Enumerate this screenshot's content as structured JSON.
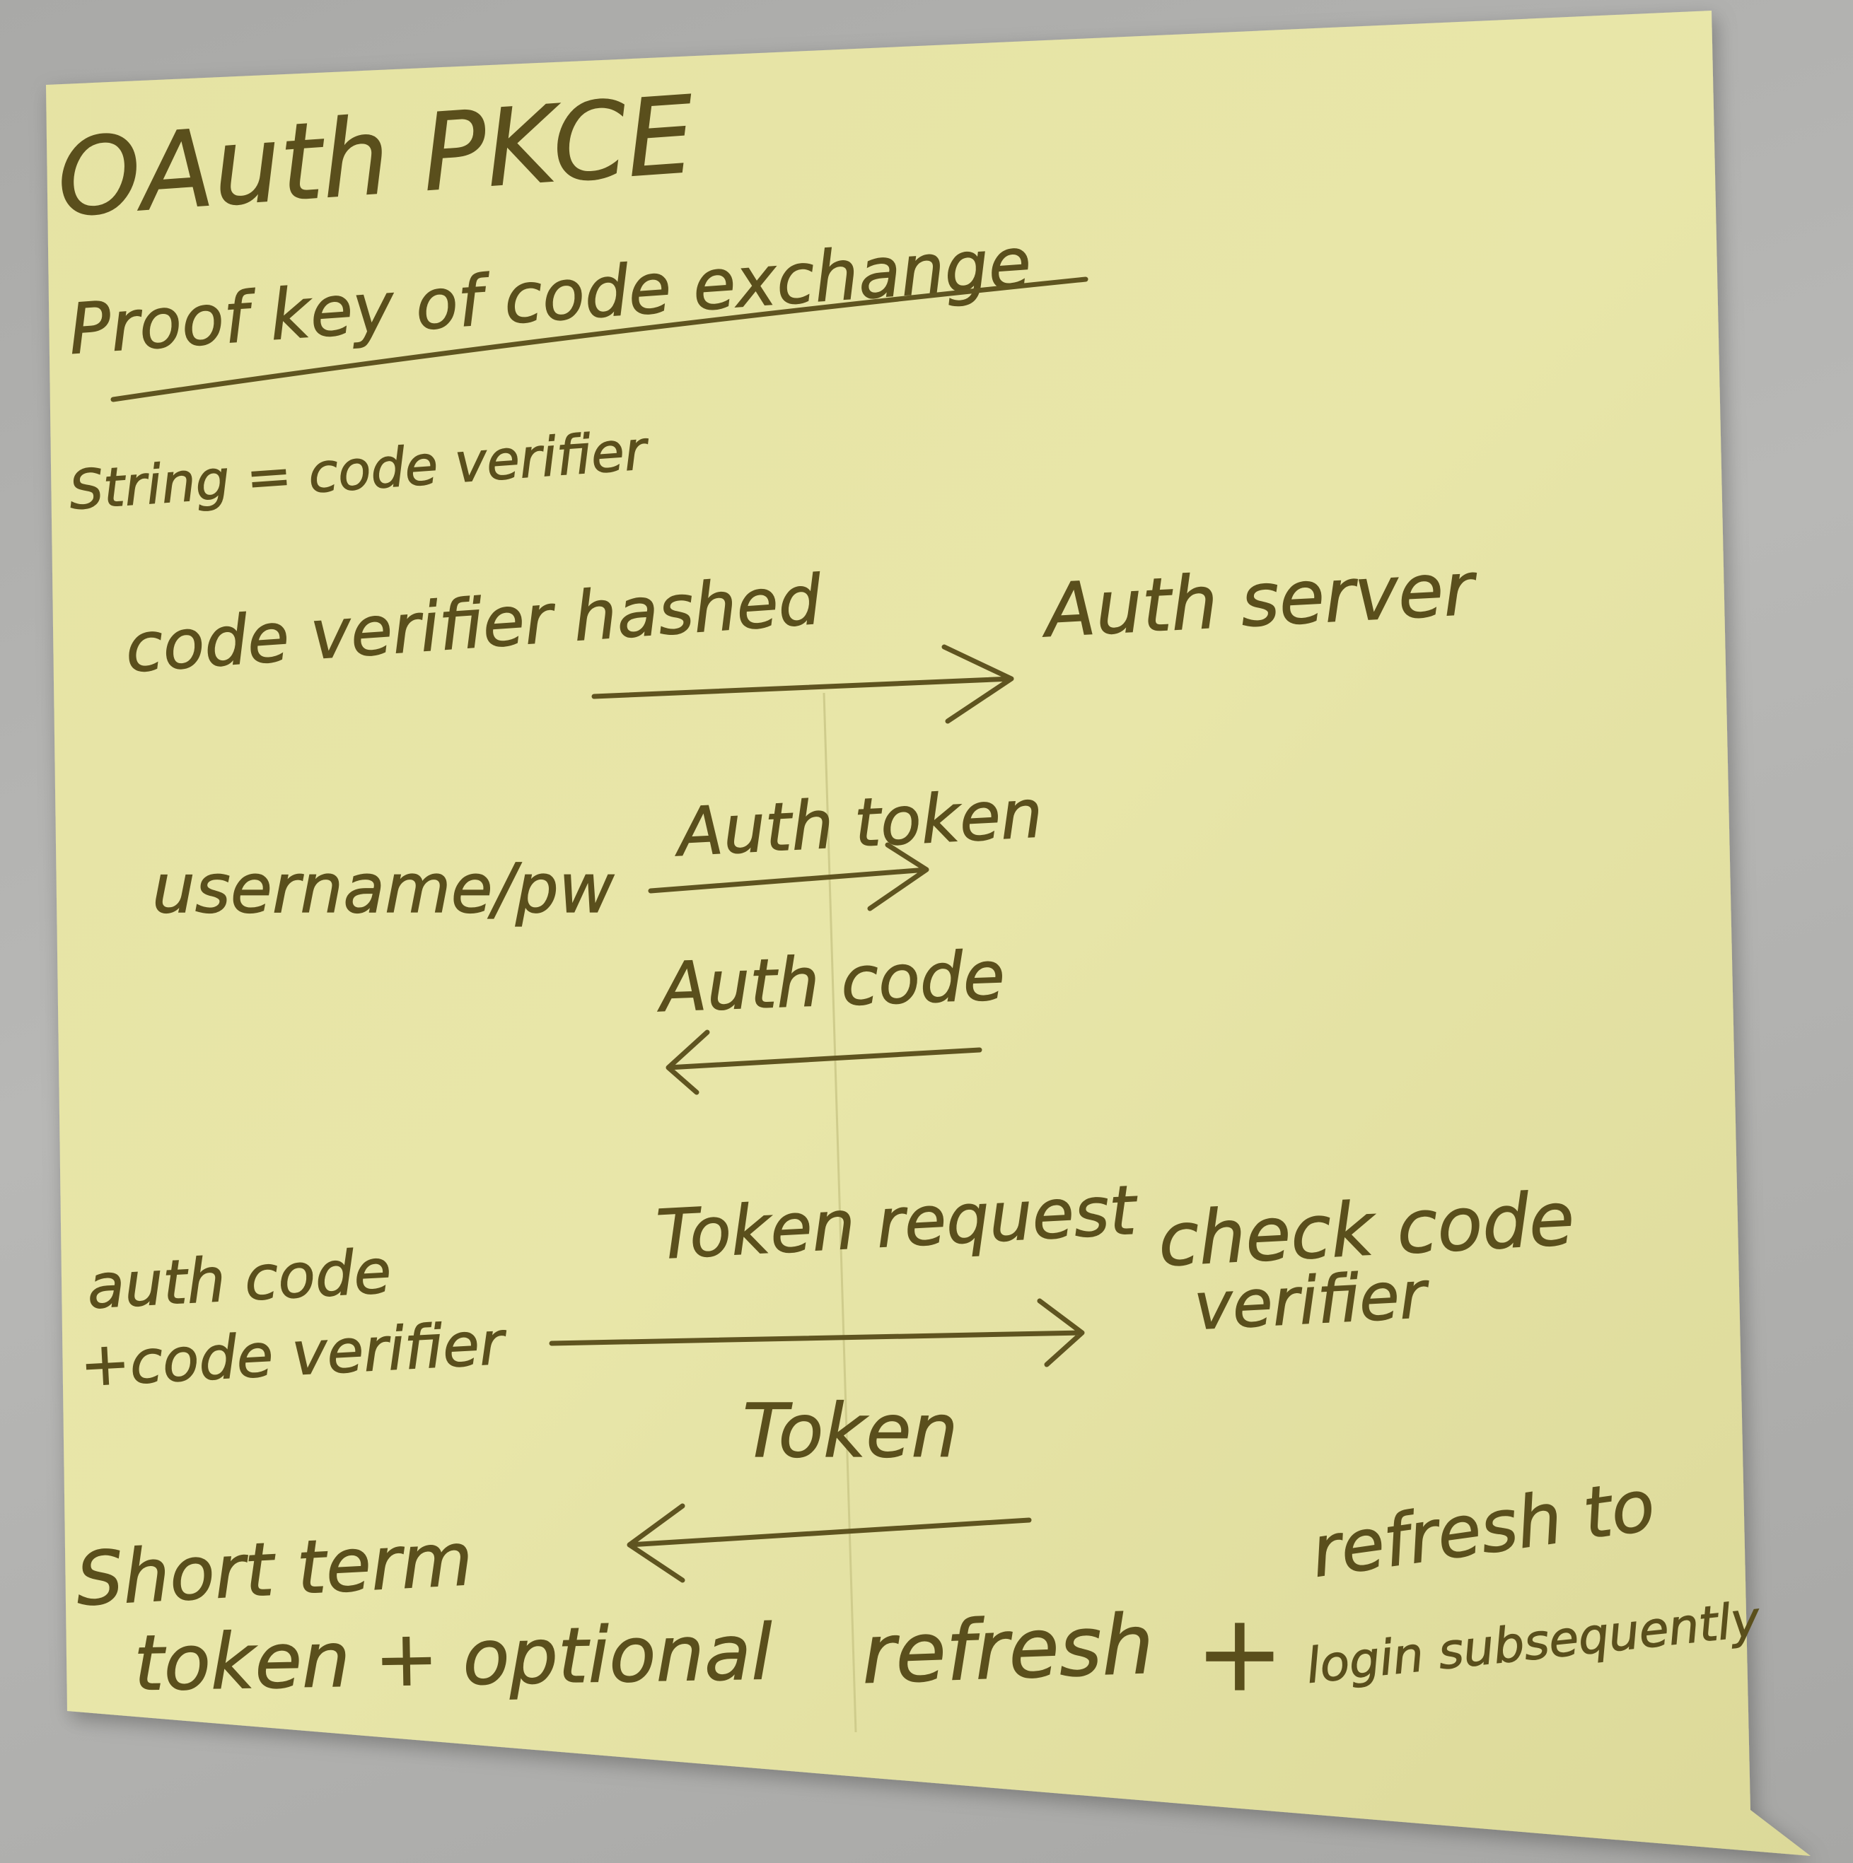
{
  "note": {
    "paper_color": "#e4e1a0",
    "ink_color": "#5a4f1c",
    "lines": {
      "title": "OAuth PKCE",
      "subtitle": "Proof key of code exchange",
      "string_line": "String = code verifier",
      "code_verifier_hashed": "code verifier hashed",
      "auth_server": "Auth server",
      "username_pw": "username/pw",
      "auth_token": "Auth token",
      "auth_code_return": "Auth code",
      "token_request": "Token request",
      "auth_code_label": "auth code",
      "plus_code_verifier": "+code verifier",
      "check_code": "check code",
      "verifier": "verifier",
      "token_return": "Token",
      "short_term": "Short term",
      "token_optional": "token + optional",
      "refresh": "refresh",
      "plus_sign": "+",
      "refresh_to": "refresh to",
      "login_subsequently": "login subsequently"
    }
  }
}
